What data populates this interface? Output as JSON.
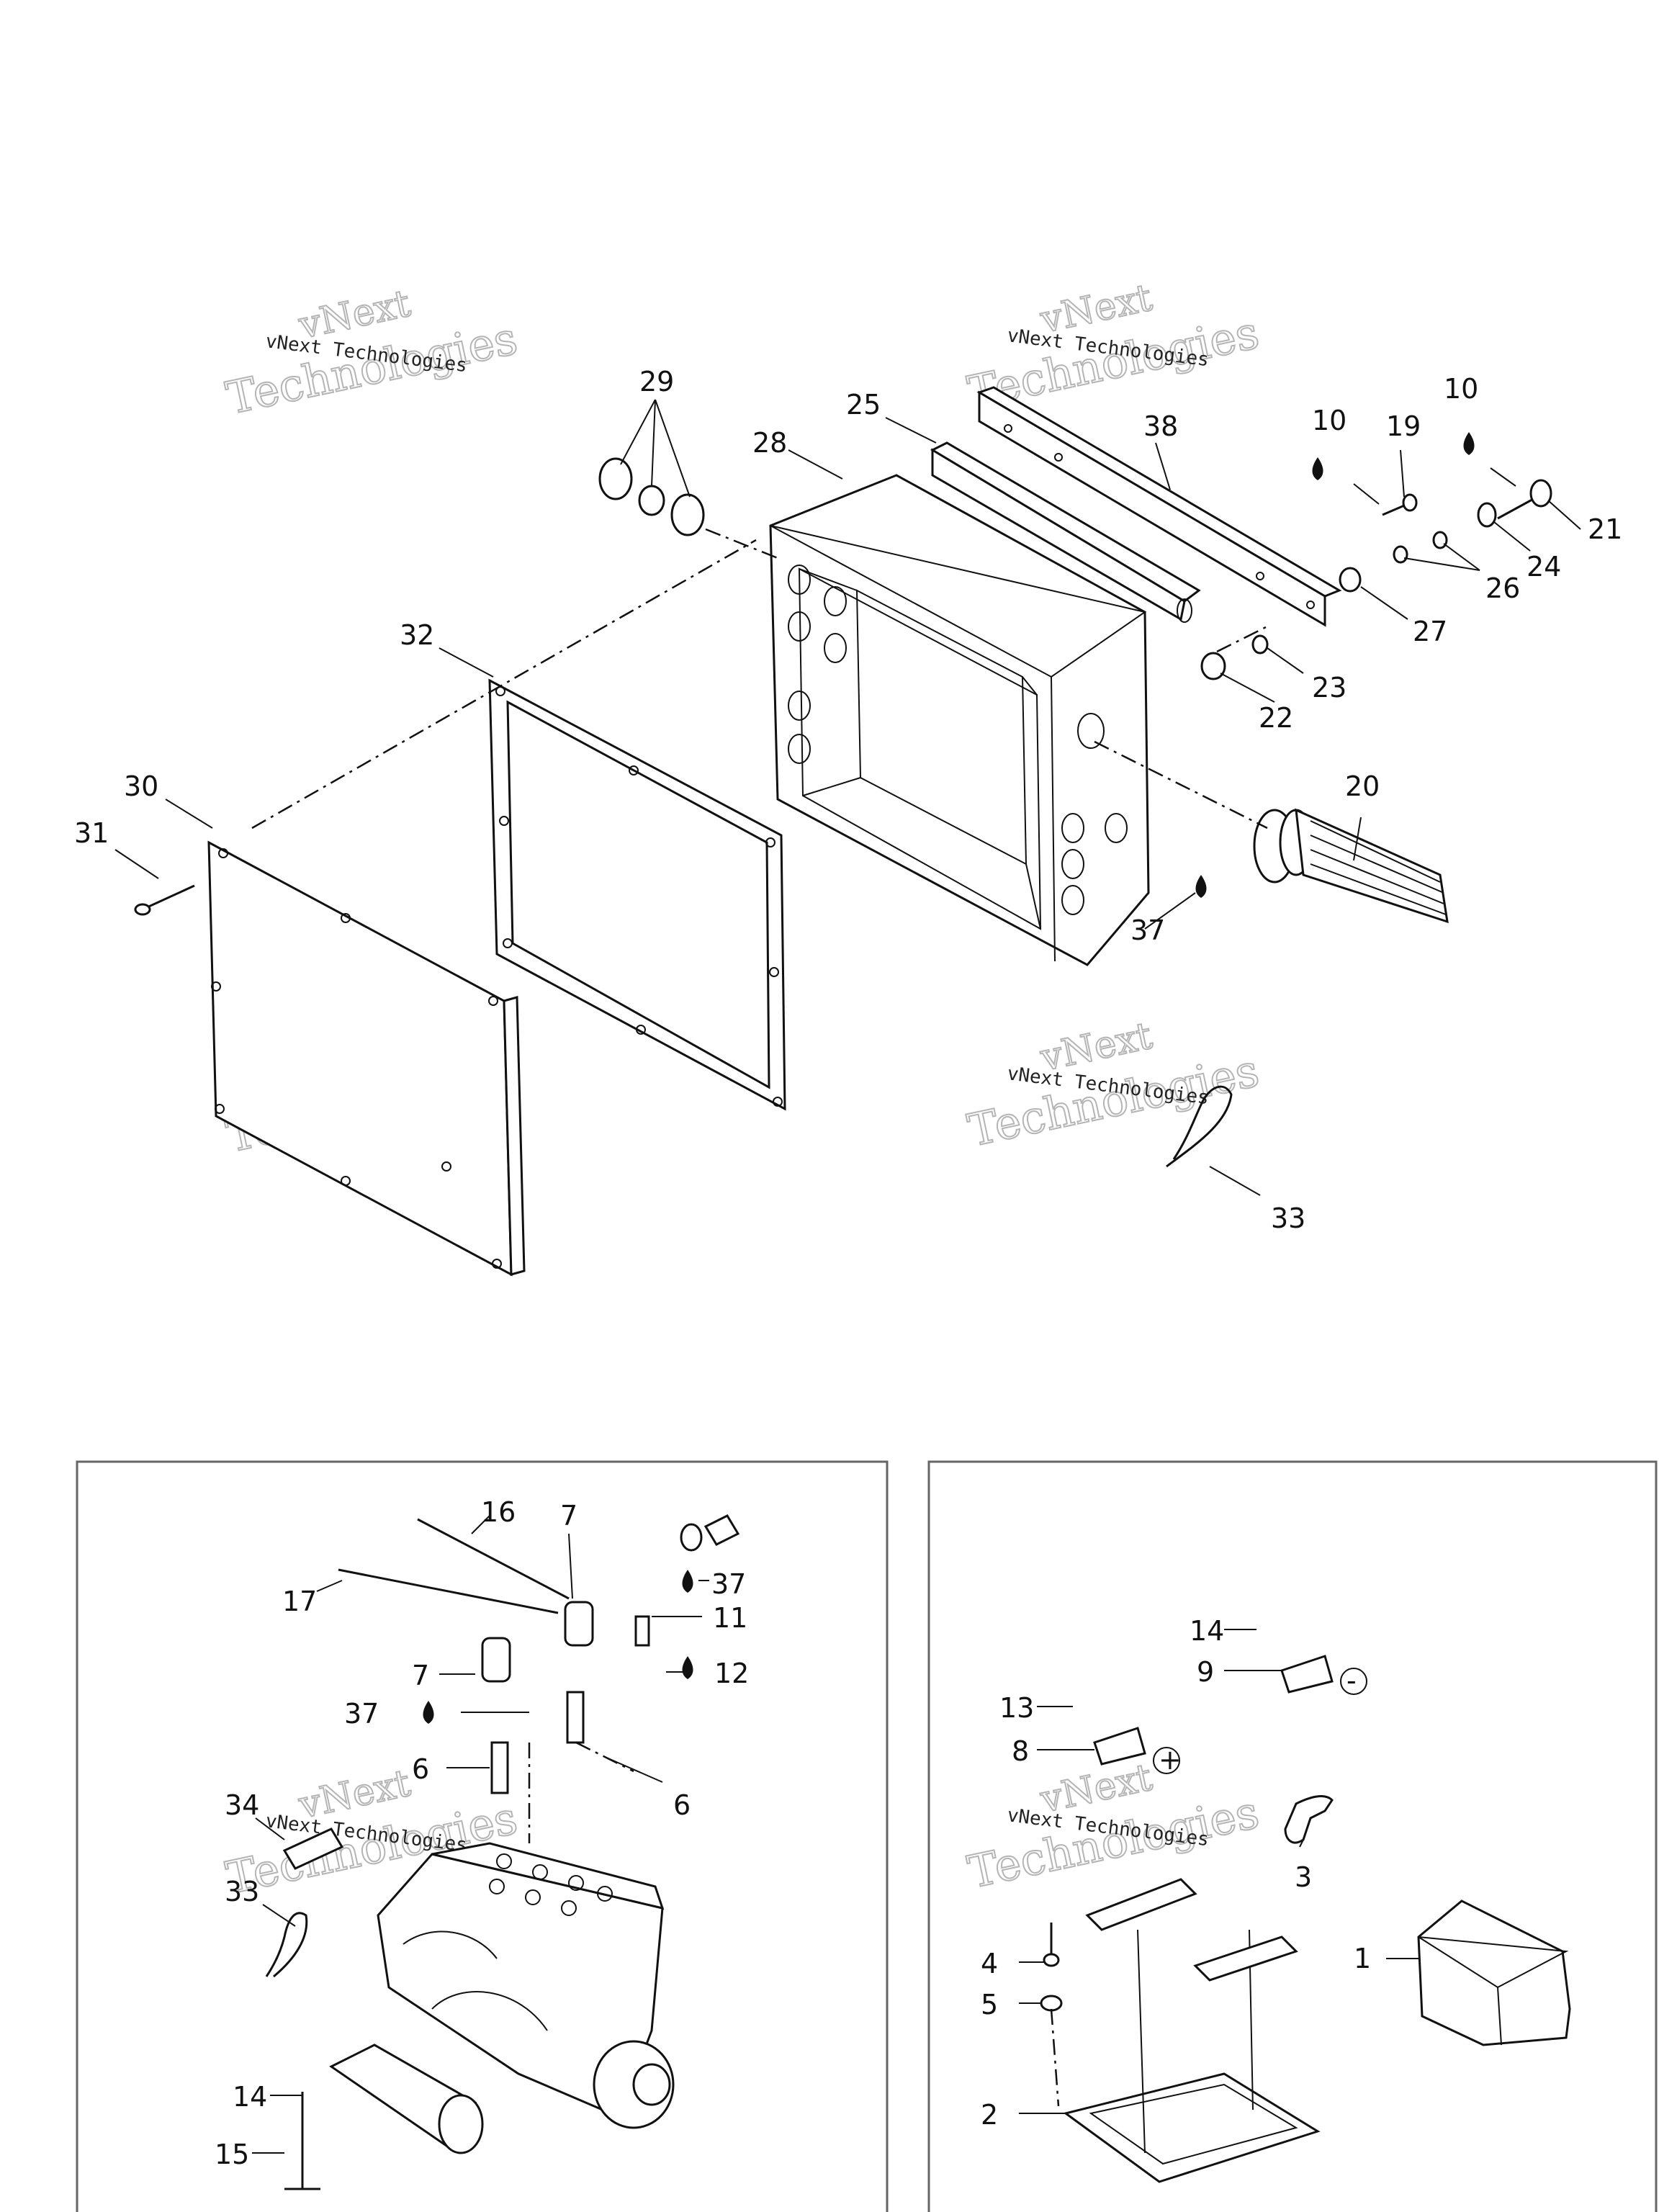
{
  "watermark": {
    "line1": "vNext",
    "line2": "Technologies",
    "caption": "vNext Technologies"
  },
  "labels": [
    {
      "id": "29",
      "text": "29"
    },
    {
      "id": "25",
      "text": "25"
    },
    {
      "id": "28",
      "text": "28"
    },
    {
      "id": "38",
      "text": "38"
    },
    {
      "id": "10a",
      "text": "10"
    },
    {
      "id": "19",
      "text": "19"
    },
    {
      "id": "10b",
      "text": "10"
    },
    {
      "id": "21",
      "text": "21"
    },
    {
      "id": "24",
      "text": "24"
    },
    {
      "id": "26",
      "text": "26"
    },
    {
      "id": "27",
      "text": "27"
    },
    {
      "id": "23",
      "text": "23"
    },
    {
      "id": "22",
      "text": "22"
    },
    {
      "id": "32",
      "text": "32"
    },
    {
      "id": "20",
      "text": "20"
    },
    {
      "id": "30",
      "text": "30"
    },
    {
      "id": "31",
      "text": "31"
    },
    {
      "id": "37a",
      "text": "37"
    },
    {
      "id": "33a",
      "text": "33"
    },
    {
      "id": "16",
      "text": "16"
    },
    {
      "id": "7a",
      "text": "7"
    },
    {
      "id": "37b",
      "text": "37"
    },
    {
      "id": "11",
      "text": "11"
    },
    {
      "id": "17",
      "text": "17"
    },
    {
      "id": "7b",
      "text": "7"
    },
    {
      "id": "12",
      "text": "12"
    },
    {
      "id": "37c",
      "text": "37"
    },
    {
      "id": "6a",
      "text": "6"
    },
    {
      "id": "6b",
      "text": "6"
    },
    {
      "id": "34",
      "text": "34"
    },
    {
      "id": "33b",
      "text": "33"
    },
    {
      "id": "14a",
      "text": "14"
    },
    {
      "id": "15",
      "text": "15"
    },
    {
      "id": "14b",
      "text": "14"
    },
    {
      "id": "9",
      "text": "9"
    },
    {
      "id": "13",
      "text": "13"
    },
    {
      "id": "8",
      "text": "8"
    },
    {
      "id": "3",
      "text": "3"
    },
    {
      "id": "4",
      "text": "4"
    },
    {
      "id": "1",
      "text": "1"
    },
    {
      "id": "5",
      "text": "5"
    },
    {
      "id": "2",
      "text": "2"
    }
  ],
  "signs": {
    "negative": "-",
    "positive": "+"
  }
}
